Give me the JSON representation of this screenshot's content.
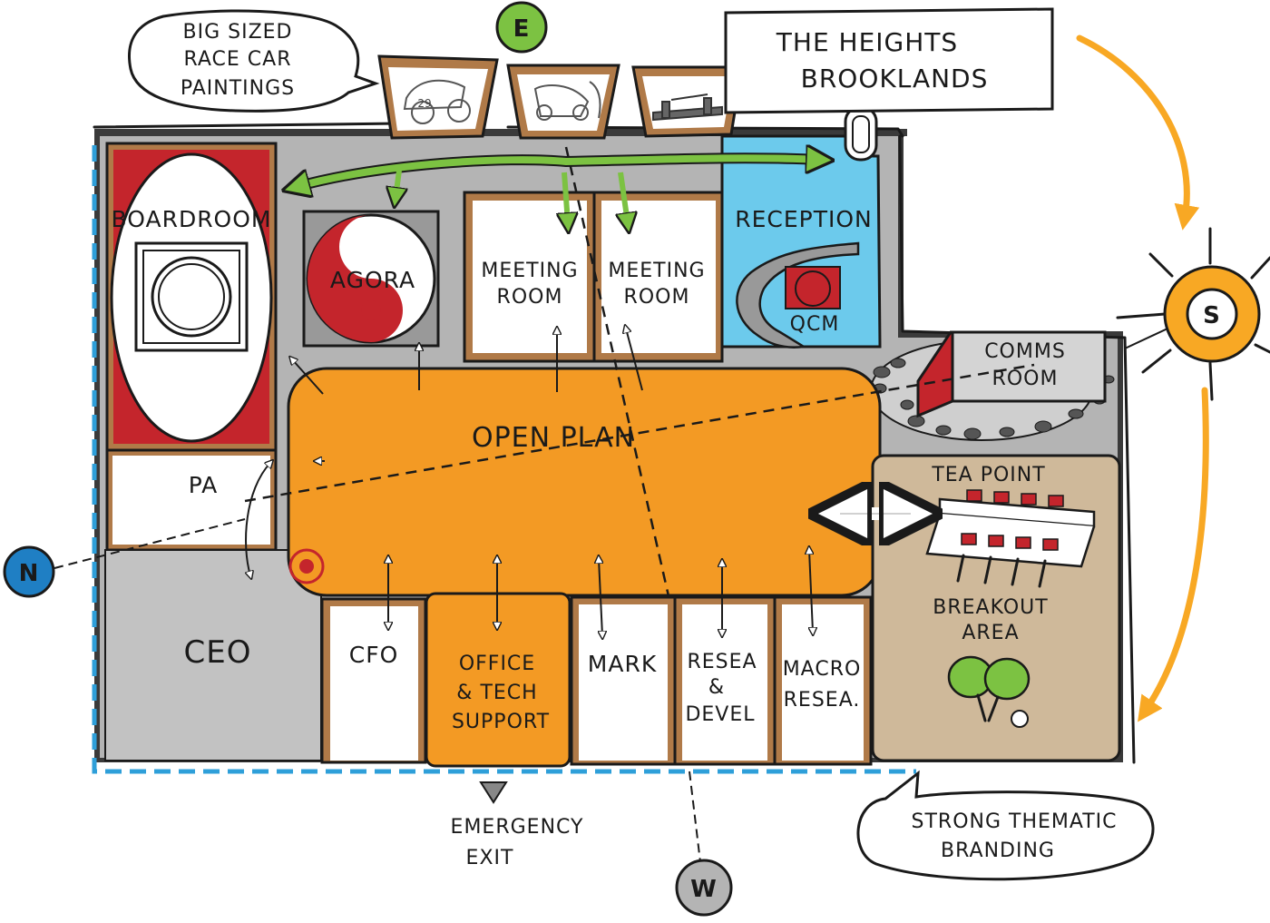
{
  "annotations": {
    "race_car_paintings": [
      "BIG SIZED",
      "RACE CAR",
      "PAINTINGS"
    ],
    "building_name": [
      "THE HEIGHTS",
      "BROOKLANDS"
    ],
    "emergency_exit": [
      "EMERGENCY",
      "EXIT"
    ],
    "branding": [
      "STRONG THEMATIC",
      "BRANDING"
    ]
  },
  "compass": {
    "east": "E",
    "south": "S",
    "north": "N",
    "west": "W"
  },
  "rooms": {
    "boardroom": "BOARDROOM",
    "agora": "AGORA",
    "meeting_room_1": [
      "MEETING",
      "ROOM"
    ],
    "meeting_room_2": [
      "MEETING",
      "ROOM"
    ],
    "reception": "RECEPTION",
    "qcm": "QCM",
    "comms_room": [
      "COMMS",
      "ROOM"
    ],
    "open_plan": "OPEN PLAN",
    "pa": "PA",
    "ceo": "CEO",
    "cfo": "CFO",
    "office_tech": [
      "OFFICE",
      "& TECH",
      "SUPPORT"
    ],
    "mark": "MARK",
    "research": [
      "RESEA",
      "&",
      "DEVEL"
    ],
    "macro": [
      "MACRO",
      "RESEA."
    ],
    "tea_point": "TEA POINT",
    "breakout": [
      "BREAKOUT",
      "AREA"
    ]
  },
  "painting_numbers": [
    "29"
  ],
  "colors": {
    "open_plan": "#f39a24",
    "corridor": "#b4b4b4",
    "boardroom_red": "#c4252c",
    "reception_blue": "#6ccaec",
    "wood": "#b07a48",
    "breakout": "#cfb99a",
    "flow_green": "#7cc242",
    "sun_orange": "#f8a824",
    "boundary_blue": "#2e9fd9",
    "north_blue": "#1f7fc4"
  }
}
